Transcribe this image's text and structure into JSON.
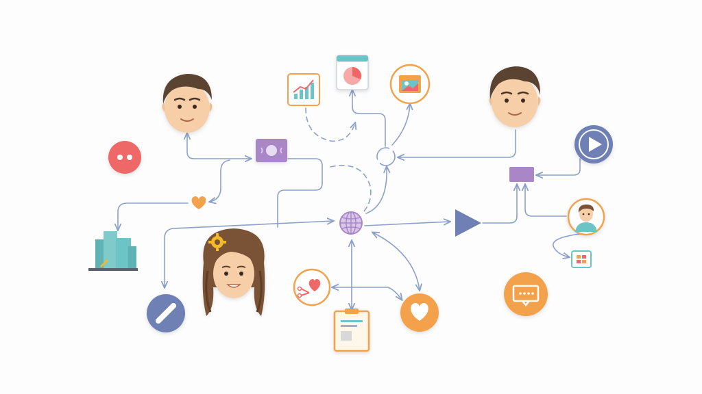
{
  "diagram": {
    "nodes": [
      {
        "id": "person-top-left",
        "kind": "face"
      },
      {
        "id": "person-top-right",
        "kind": "face"
      },
      {
        "id": "person-woman",
        "kind": "face"
      },
      {
        "id": "person-small",
        "kind": "avatar"
      },
      {
        "id": "hub-globe",
        "kind": "globe"
      },
      {
        "id": "chat-bubble",
        "kind": "icon"
      },
      {
        "id": "play-button",
        "kind": "icon"
      },
      {
        "id": "link-button",
        "kind": "icon"
      },
      {
        "id": "heart-button",
        "kind": "icon"
      },
      {
        "id": "message-box",
        "kind": "icon"
      },
      {
        "id": "growth-chart",
        "kind": "icon"
      },
      {
        "id": "pie-report",
        "kind": "icon"
      },
      {
        "id": "photo-gallery",
        "kind": "icon"
      },
      {
        "id": "buildings",
        "kind": "icon"
      },
      {
        "id": "clipboard",
        "kind": "icon"
      },
      {
        "id": "scissors-heart",
        "kind": "icon"
      },
      {
        "id": "grid-card",
        "kind": "icon"
      },
      {
        "id": "media-panel",
        "kind": "icon"
      },
      {
        "id": "purple-box",
        "kind": "icon"
      },
      {
        "id": "small-heart",
        "kind": "icon"
      },
      {
        "id": "triangle-marker",
        "kind": "shape"
      },
      {
        "id": "loop-node",
        "kind": "shape"
      }
    ],
    "colors": {
      "connector": "#8ba0c8",
      "orange": "#f4a14b",
      "purple": "#a987c7",
      "blue": "#6f80b5",
      "red": "#ef6868",
      "teal": "#6cc4c6",
      "skin": "#f6cfa8",
      "hair": "#5b4331"
    }
  }
}
